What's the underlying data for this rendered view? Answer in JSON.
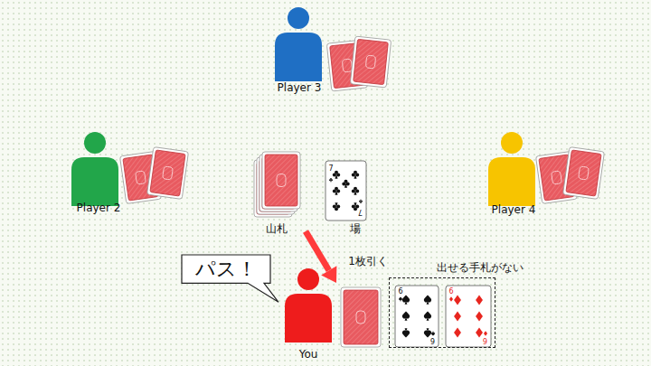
{
  "diagram": {
    "nodes": [
      {
        "text": [
          "パス！"
        ]
      },
      {
        "text": [
          "出せる手札がない"
        ]
      }
    ],
    "labels": [
      "Player 3",
      "Player 2",
      "Player 4",
      "山札",
      "場",
      "7",
      "7",
      "1枚引く",
      "6",
      "6",
      "6",
      "6",
      "You"
    ]
  }
}
